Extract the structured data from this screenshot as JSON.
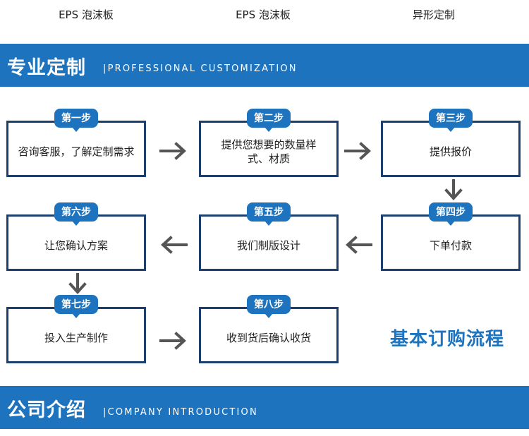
{
  "top_labels": [
    "EPS 泡沫板",
    "EPS 泡沫板",
    "异形定制"
  ],
  "banner1": {
    "title": "专业定制",
    "subtitle": "|PROFESSIONAL CUSTOMIZATION"
  },
  "steps": [
    {
      "badge": "第一步",
      "text": "咨询客服，了解定制需求"
    },
    {
      "badge": "第二步",
      "text": "提供您想要的数量样式、材质"
    },
    {
      "badge": "第三步",
      "text": "提供报价"
    },
    {
      "badge": "第四步",
      "text": "下单付款"
    },
    {
      "badge": "第五步",
      "text": "我们制版设计"
    },
    {
      "badge": "第六步",
      "text": "让您确认方案"
    },
    {
      "badge": "第七步",
      "text": "投入生产制作"
    },
    {
      "badge": "第八步",
      "text": "收到货后确认收货"
    }
  ],
  "flow_title": "基本订购流程",
  "banner2": {
    "title": "公司介绍",
    "subtitle": "|COMPANY INTRODUCTION"
  },
  "colors": {
    "accent": "#1e73be",
    "box_border": "#1d3f6e",
    "arrow": "#555555"
  },
  "icons": {
    "arrow_right": "arrow-right-icon",
    "arrow_left": "arrow-left-icon",
    "arrow_down": "arrow-down-icon"
  }
}
